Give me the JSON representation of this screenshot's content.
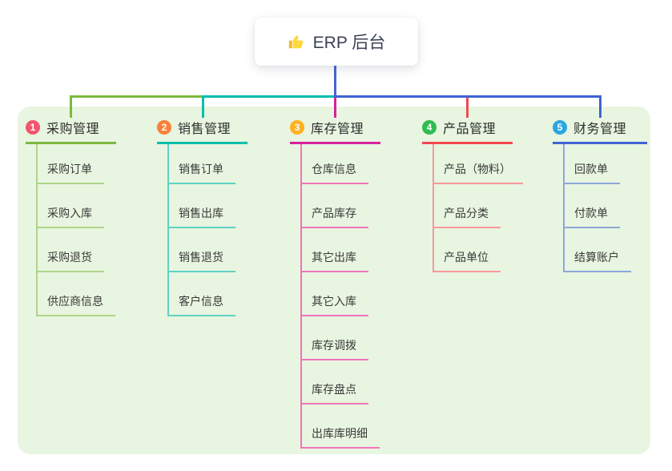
{
  "root": {
    "label": "ERP 后台",
    "icon": "thumbs-up-icon"
  },
  "branches": [
    {
      "badge": "1",
      "label": "采购管理",
      "color": "#7cb93f",
      "child_line_color": "#aed687",
      "badge_color": "#f2556f",
      "children": [
        "采购订单",
        "采购入库",
        "采购退货",
        "供应商信息"
      ]
    },
    {
      "badge": "2",
      "label": "销售管理",
      "color": "#00bfae",
      "child_line_color": "#5fd2c4",
      "badge_color": "#f9813a",
      "children": [
        "销售订单",
        "销售出库",
        "销售退货",
        "客户信息"
      ]
    },
    {
      "badge": "3",
      "label": "库存管理",
      "color": "#d6219c",
      "child_line_color": "#f075bb",
      "badge_color": "#ffb11f",
      "children": [
        "仓库信息",
        "产品库存",
        "其它出库",
        "其它入库",
        "库存调拨",
        "库存盘点",
        "出库库明细"
      ]
    },
    {
      "badge": "4",
      "label": "产品管理",
      "color": "#f4484e",
      "child_line_color": "#f7989b",
      "badge_color": "#2fbc50",
      "children": [
        "产品（物料）",
        "产品分类",
        "产品单位"
      ]
    },
    {
      "badge": "5",
      "label": "财务管理",
      "color": "#3f63d5",
      "child_line_color": "#8ca7db",
      "badge_color": "#2ba7e0",
      "children": [
        "回款单",
        "付款单",
        "结算账户"
      ]
    }
  ],
  "connector_color": "#4a63d4",
  "canvas_background": "#e8f5e0"
}
